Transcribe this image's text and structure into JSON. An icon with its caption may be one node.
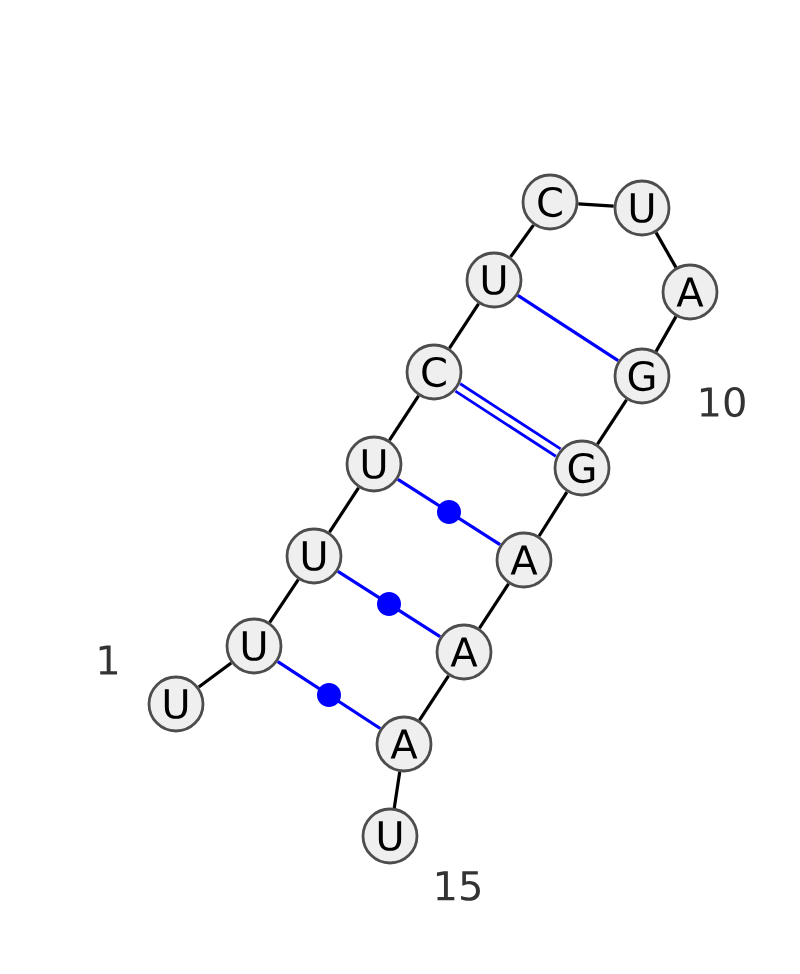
{
  "diagram": {
    "nodes": [
      {
        "text": [
          "U"
        ],
        "beside": [
          "1"
        ]
      },
      {
        "text": [
          "U"
        ]
      },
      {
        "text": [
          "U"
        ]
      },
      {
        "text": [
          "U"
        ]
      },
      {
        "text": [
          "C"
        ]
      },
      {
        "text": [
          "U"
        ]
      },
      {
        "text": [
          "C"
        ]
      },
      {
        "text": [
          "U"
        ]
      },
      {
        "text": [
          "A"
        ]
      },
      {
        "text": [
          "G"
        ],
        "beside": [
          "10"
        ]
      },
      {
        "text": [
          "G"
        ]
      },
      {
        "text": [
          "A"
        ]
      },
      {
        "text": [
          "A"
        ]
      },
      {
        "text": [
          "A"
        ]
      },
      {
        "text": [
          "U"
        ],
        "beside": [
          "15"
        ]
      }
    ],
    "edges": [
      {
        "from": 0,
        "to": 1,
        "arrow": "none"
      },
      {
        "from": 1,
        "to": 2,
        "arrow": "none"
      },
      {
        "from": 2,
        "to": 3,
        "arrow": "none"
      },
      {
        "from": 3,
        "to": 4,
        "arrow": "none"
      },
      {
        "from": 4,
        "to": 5,
        "arrow": "none"
      },
      {
        "from": 5,
        "to": 6,
        "arrow": "none"
      },
      {
        "from": 6,
        "to": 7,
        "arrow": "none"
      },
      {
        "from": 7,
        "to": 8,
        "arrow": "none"
      },
      {
        "from": 8,
        "to": 9,
        "arrow": "none"
      },
      {
        "from": 9,
        "to": 10,
        "arrow": "none"
      },
      {
        "from": 10,
        "to": 11,
        "arrow": "none"
      },
      {
        "from": 11,
        "to": 12,
        "arrow": "none"
      },
      {
        "from": 12,
        "to": 13,
        "arrow": "none"
      },
      {
        "from": 13,
        "to": 14,
        "arrow": "none"
      },
      {
        "from": 1,
        "to": 13,
        "arrow": "none",
        "color": "#0000ff"
      },
      {
        "from": 2,
        "to": 12,
        "arrow": "none",
        "color": "#0000ff"
      },
      {
        "from": 3,
        "to": 11,
        "arrow": "none",
        "color": "#0000ff"
      },
      {
        "from": 4,
        "to": 10,
        "arrow": "none",
        "style": "thick",
        "color": "#0000ff"
      },
      {
        "from": 5,
        "to": 9,
        "arrow": "none",
        "color": "#0000ff"
      }
    ]
  }
}
